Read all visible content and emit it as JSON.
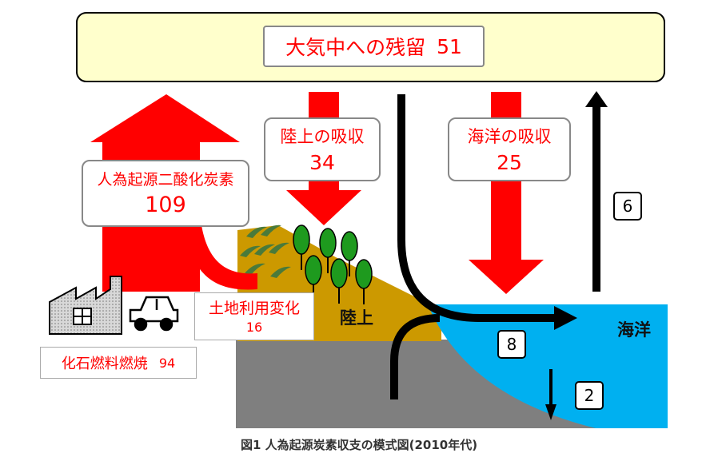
{
  "atmosphere": {
    "label": "大気中への残留",
    "value": "51"
  },
  "land_uptake": {
    "label": "陸上の吸収",
    "value": "34"
  },
  "ocean_uptake": {
    "label": "海洋の吸収",
    "value": "25"
  },
  "anthropogenic": {
    "label": "人為起源二酸化炭素",
    "value": "109"
  },
  "land_use": {
    "label": "土地利用変化",
    "value": "16"
  },
  "fossil": {
    "label": "化石燃料燃焼",
    "value": "94"
  },
  "land_label": "陸上",
  "ocean_label": "海洋",
  "flows": {
    "up_from_ocean": "6",
    "land_to_ocean": "8",
    "ocean_to_sediment": "2"
  },
  "caption": "図1 人為起源炭素収支の模式図(2010年代)",
  "colors": {
    "red": "#ff0000",
    "atmosphere_fill": "#ffffcc",
    "land": "#cc9900",
    "ocean": "#00b0f0",
    "ground": "#7f7f7f",
    "tree": "#1e9a1e"
  }
}
